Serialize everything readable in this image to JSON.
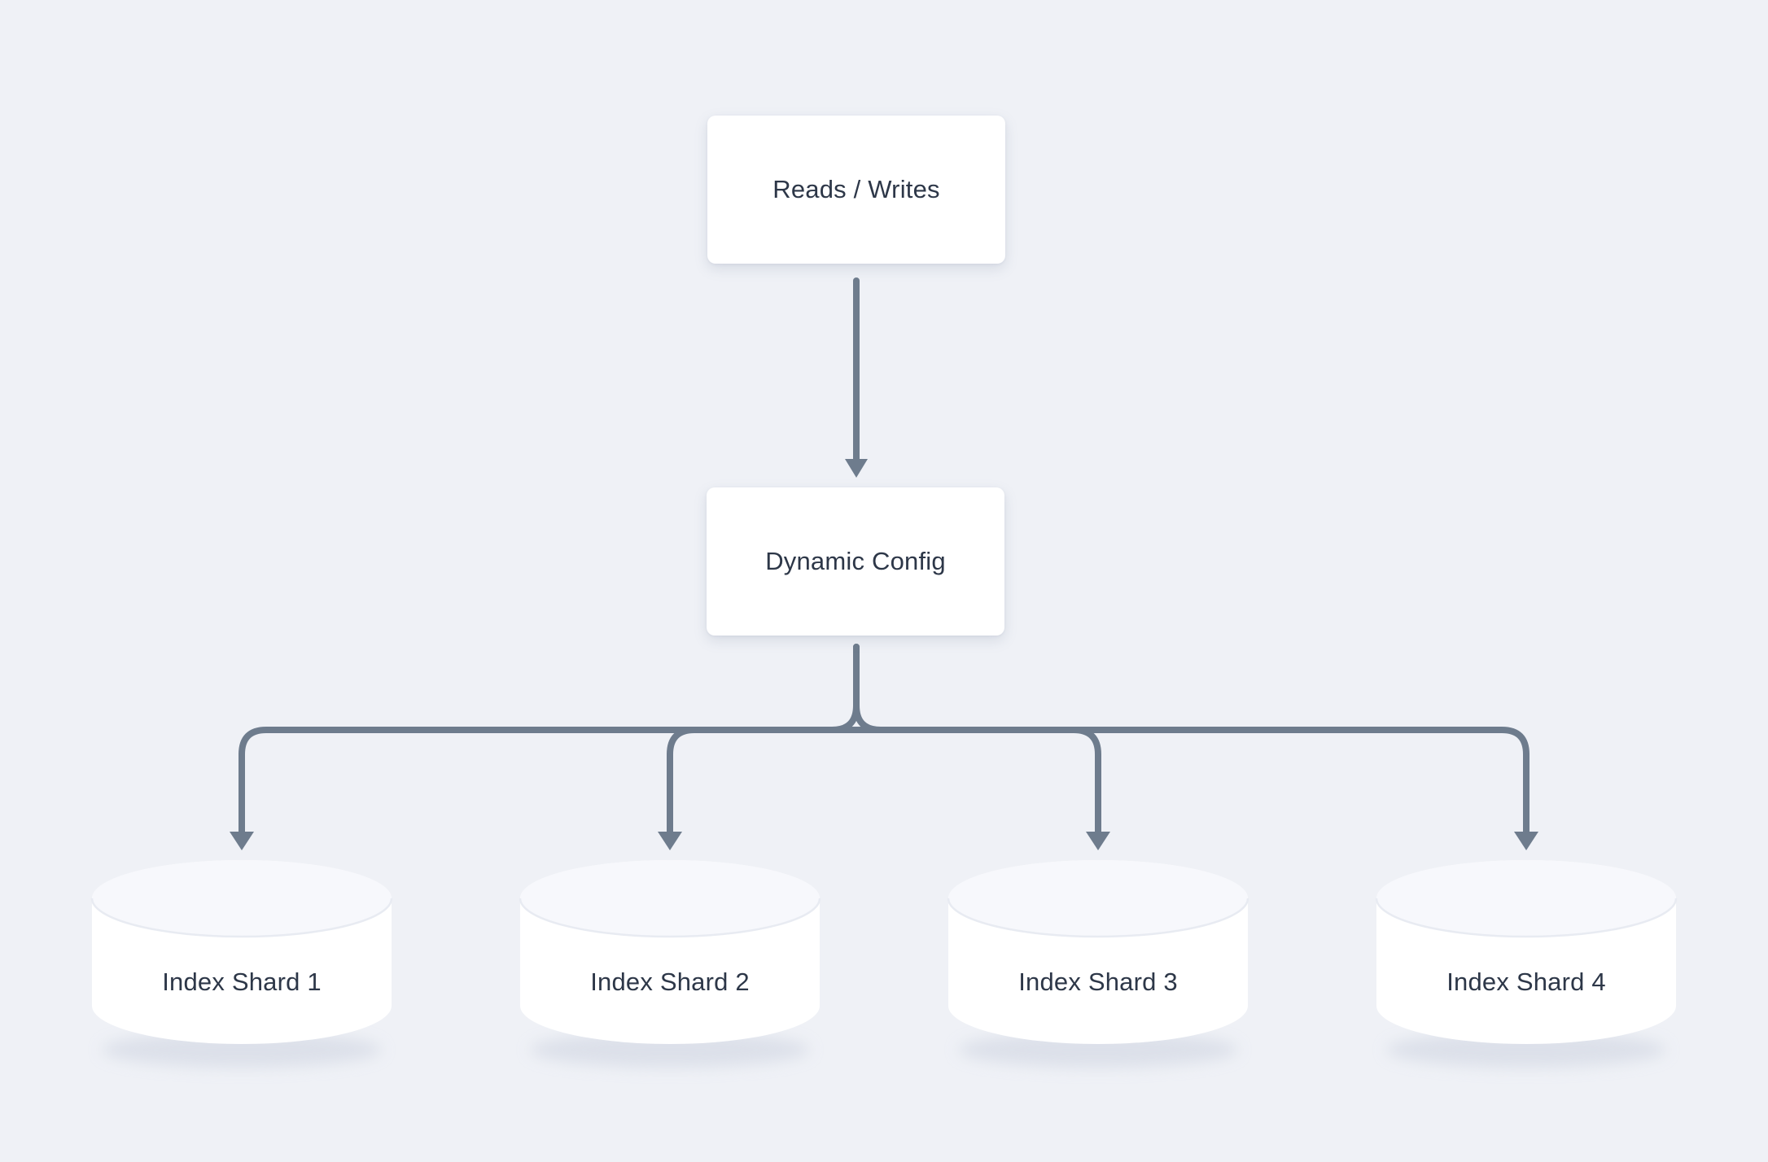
{
  "diagram_title": "index-sharding-diagram",
  "palette": {
    "background": "#eff1f6",
    "connector": "#6e7c8d",
    "node_fill": "#ffffff",
    "text": "#2d3748",
    "cylinder_top": "#f7f8fc",
    "cylinder_rim": "#e8ebf2",
    "shadow": "#cdd3e0"
  },
  "nodes": {
    "source": {
      "label": "Reads / Writes"
    },
    "config": {
      "label": "Dynamic Config"
    },
    "shards": [
      {
        "label": "Index Shard 1"
      },
      {
        "label": "Index Shard 2"
      },
      {
        "label": "Index Shard 3"
      },
      {
        "label": "Index Shard 4"
      }
    ]
  },
  "edges": [
    {
      "from": "Reads / Writes",
      "to": "Dynamic Config"
    },
    {
      "from": "Dynamic Config",
      "to": "Index Shard 1"
    },
    {
      "from": "Dynamic Config",
      "to": "Index Shard 2"
    },
    {
      "from": "Dynamic Config",
      "to": "Index Shard 3"
    },
    {
      "from": "Dynamic Config",
      "to": "Index Shard 4"
    }
  ]
}
